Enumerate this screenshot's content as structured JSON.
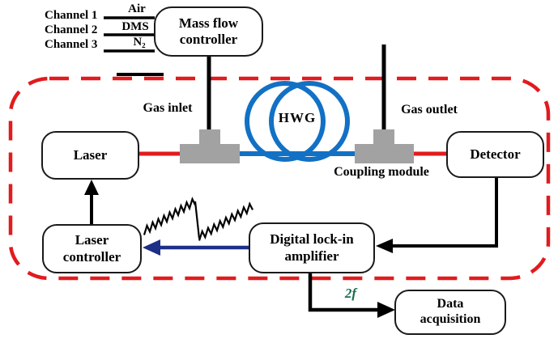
{
  "figure": {
    "description": "Schematic of hollow waveguide (HWG) gas sensing setup"
  },
  "colors": {
    "red": "#e11b1e",
    "blue": "#1271c4",
    "navy": "#1d2f86",
    "gray": "#a2a2a2",
    "green": "#1b6f4d",
    "black": "#000000"
  },
  "channels": {
    "items": [
      {
        "label": "Channel 1",
        "gas": "Air"
      },
      {
        "label": "Channel 2",
        "gas": "DMS"
      },
      {
        "label": "Channel 3",
        "gas": "N₂"
      }
    ]
  },
  "boxes": {
    "mass_flow_controller": {
      "line1": "Mass flow",
      "line2": "controller"
    },
    "laser": {
      "line1": "Laser"
    },
    "detector": {
      "line1": "Detector"
    },
    "laser_controller": {
      "line1": "Laser",
      "line2": "controller"
    },
    "lock_in_amplifier": {
      "line1": "Digital lock-in",
      "line2": "amplifier"
    },
    "data_acquisition": {
      "line1": "Data",
      "line2": "acquisition"
    }
  },
  "labels": {
    "gas_inlet": "Gas inlet",
    "gas_outlet": "Gas outlet",
    "hwg": "HWG",
    "coupling_module": "Coupling module",
    "signal_2f": "2f"
  }
}
